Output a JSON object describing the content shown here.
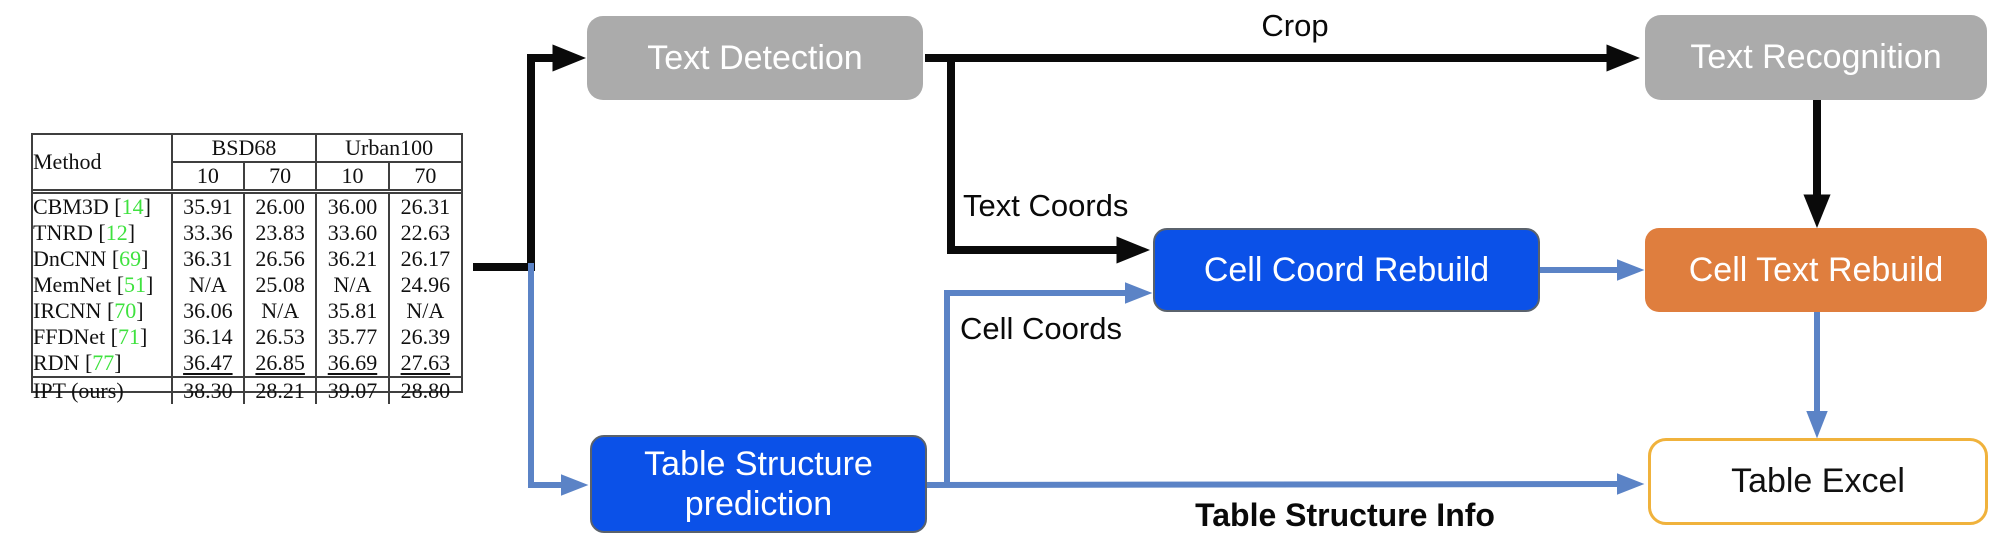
{
  "diagram": {
    "boxes": {
      "text_detection": {
        "label": "Text Detection"
      },
      "text_recognition": {
        "label": "Text Recognition"
      },
      "cell_coord_rebuild": {
        "label": "Cell Coord Rebuild"
      },
      "cell_text_rebuild": {
        "label": "Cell Text Rebuild"
      },
      "table_structure_prediction": {
        "label": "Table Structure prediction"
      },
      "table_excel": {
        "label": "Table Excel"
      }
    },
    "edge_labels": {
      "crop": "Crop",
      "text_coords": "Text Coords",
      "cell_coords": "Cell Coords",
      "table_structure_info": "Table Structure Info"
    },
    "colors": {
      "box_gray": "#ababab",
      "box_blue": "#0b51e8",
      "box_orange": "#df7e3e",
      "excel_border": "#f0b23c",
      "arrow_black": "#0a0a0a",
      "arrow_blue": "#5b83c6",
      "citation_green": "#3fe23f"
    }
  },
  "paper_table": {
    "header": {
      "method": "Method",
      "groups": [
        {
          "label": "BSD68",
          "cols": [
            "10",
            "70"
          ]
        },
        {
          "label": "Urban100",
          "cols": [
            "10",
            "70"
          ]
        }
      ]
    },
    "rows": [
      {
        "method": "CBM3D",
        "cite": "14",
        "values": [
          "35.91",
          "26.00",
          "36.00",
          "26.31"
        ],
        "style": "normal"
      },
      {
        "method": "TNRD",
        "cite": "12",
        "values": [
          "33.36",
          "23.83",
          "33.60",
          "22.63"
        ],
        "style": "normal"
      },
      {
        "method": "DnCNN",
        "cite": "69",
        "values": [
          "36.31",
          "26.56",
          "36.21",
          "26.17"
        ],
        "style": "normal"
      },
      {
        "method": "MemNet",
        "cite": "51",
        "values": [
          "N/A",
          "25.08",
          "N/A",
          "24.96"
        ],
        "style": "normal"
      },
      {
        "method": "IRCNN",
        "cite": "70",
        "values": [
          "36.06",
          "N/A",
          "35.81",
          "N/A"
        ],
        "style": "normal"
      },
      {
        "method": "FFDNet",
        "cite": "71",
        "values": [
          "36.14",
          "26.53",
          "35.77",
          "26.39"
        ],
        "style": "normal"
      },
      {
        "method": "RDN",
        "cite": "77",
        "values": [
          "36.47",
          "26.85",
          "36.69",
          "27.63"
        ],
        "style": "underline"
      },
      {
        "method": "IPT (ours)",
        "cite": null,
        "values": [
          "38.30",
          "28.21",
          "39.07",
          "28.80"
        ],
        "style": "bold"
      }
    ]
  }
}
